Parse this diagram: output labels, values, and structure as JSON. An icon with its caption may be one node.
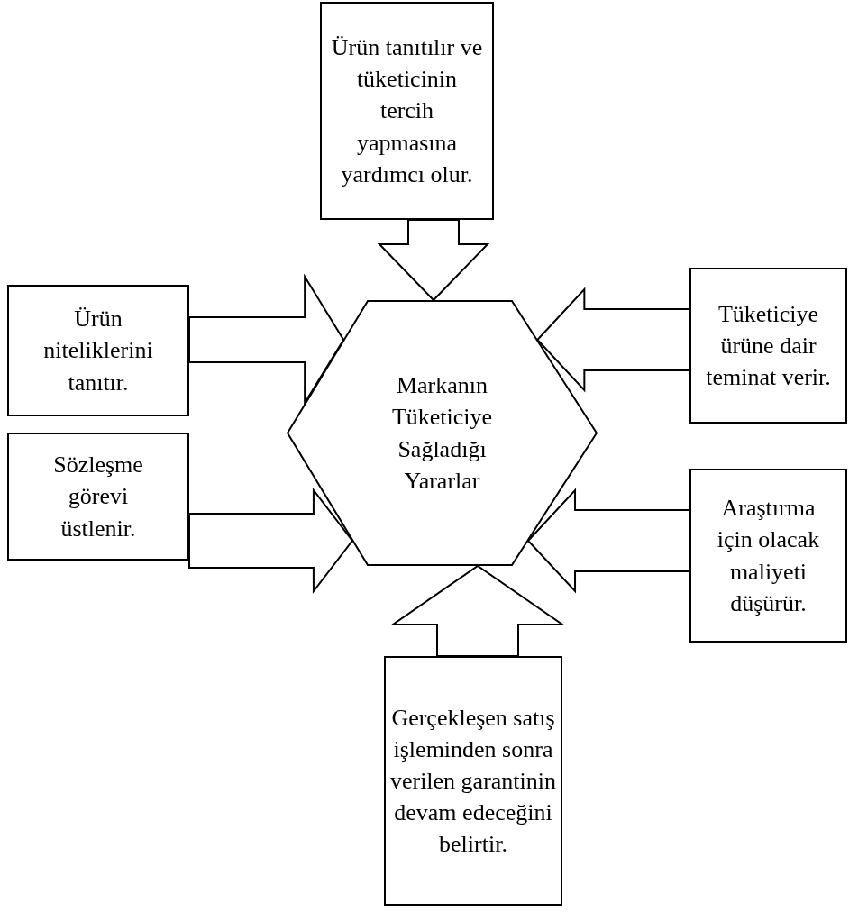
{
  "diagram": {
    "nodes": [
      {
        "text": [
          "Ürün tanıtılır ve tüketicinin tercih yapmasına yardımcı olur."
        ]
      },
      {
        "text": [
          "Ürün niteliklerini tanıtır."
        ]
      },
      {
        "text": [
          "Tüketiciye ürüne dair teminat verir."
        ]
      },
      {
        "text": [
          "Markanın Tüketiciye Sağladığı Yararlar"
        ]
      },
      {
        "text": [
          "Sözleşme görevi üstlenir."
        ]
      },
      {
        "text": [
          "Araştırma için olacak maliyeti düşürür."
        ]
      },
      {
        "text": [
          "Gerçekleşen satış işleminden sonra verilen garantinin devam edeceğini belirtir."
        ]
      }
    ],
    "edges": [
      {
        "from": 0,
        "to": 3,
        "arrow": "to"
      },
      {
        "from": 1,
        "to": 3,
        "arrow": "to"
      },
      {
        "from": 2,
        "to": 3,
        "arrow": "to"
      },
      {
        "from": 4,
        "to": 3,
        "arrow": "to"
      },
      {
        "from": 5,
        "to": 3,
        "arrow": "to"
      },
      {
        "from": 6,
        "to": 3,
        "arrow": "to"
      }
    ]
  }
}
